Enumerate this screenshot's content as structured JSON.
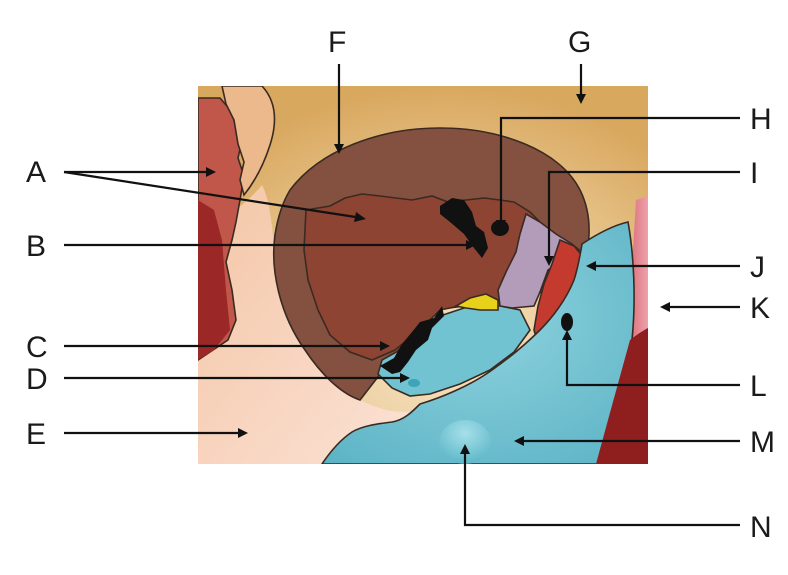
{
  "diagram": {
    "labels": [
      "A",
      "B",
      "C",
      "D",
      "E",
      "F",
      "G",
      "H",
      "I",
      "J",
      "K",
      "L",
      "M",
      "N"
    ],
    "colors": {
      "background": "#ffffff",
      "brown_region": "#8e4a38",
      "dark_brown": "#6f3a2b",
      "beige_band": "#e2c08f",
      "skin_light": "#f7d4bf",
      "cyan_region": "#6fc0cf",
      "lavender": "#b49dbb",
      "yellow": "#e6d21c",
      "red": "#c0392b",
      "dark_red": "#8f1e1e",
      "pink_strip": "#e07a86",
      "black": "#111111"
    }
  }
}
